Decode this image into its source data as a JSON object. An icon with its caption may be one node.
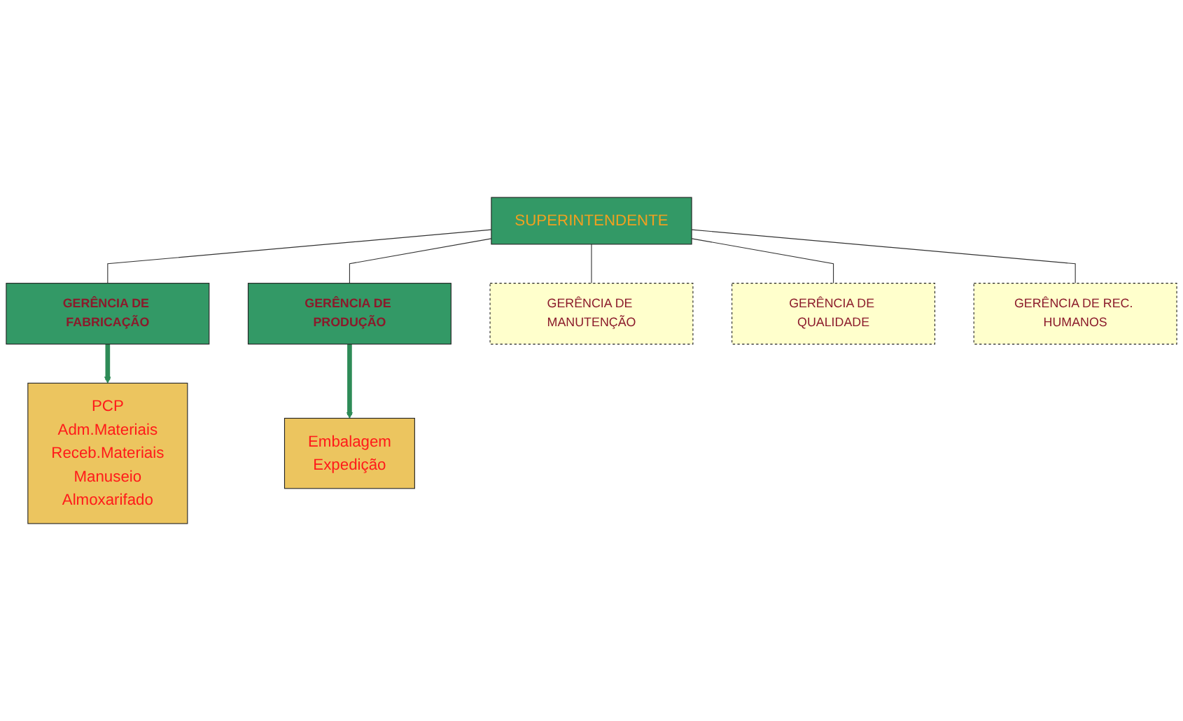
{
  "diagram": {
    "nodes": [
      {
        "text": [
          "SUPERINTENDENTE"
        ]
      },
      {
        "text": [
          "GERÊNCIA DE FABRICAÇÃO"
        ]
      },
      {
        "text": [
          "GERÊNCIA DE PRODUÇÃO"
        ]
      },
      {
        "text": [
          "GERÊNCIA DE MANUTENÇÃO"
        ]
      },
      {
        "text": [
          "GERÊNCIA DE QUALIDADE"
        ]
      },
      {
        "text": [
          "GERÊNCIA DE REC. HUMANOS"
        ]
      },
      {
        "text": [
          "PCP",
          "Adm.Materiais",
          "Receb.Materiais",
          "Manuseio",
          "Almoxarifado"
        ]
      },
      {
        "text": [
          "Embalagem",
          "Expedição"
        ]
      }
    ],
    "edges": [
      {
        "from": 0,
        "to": 1,
        "arrow": "none"
      },
      {
        "from": 0,
        "to": 2,
        "arrow": "none"
      },
      {
        "from": 0,
        "to": 3,
        "arrow": "none"
      },
      {
        "from": 0,
        "to": 4,
        "arrow": "none"
      },
      {
        "from": 0,
        "to": 5,
        "arrow": "none"
      },
      {
        "from": 1,
        "to": 6,
        "arrow": "to",
        "style": "thick",
        "color": "#2e8b57"
      },
      {
        "from": 2,
        "to": 7,
        "arrow": "to",
        "style": "thick",
        "color": "#2e8b57"
      }
    ]
  }
}
